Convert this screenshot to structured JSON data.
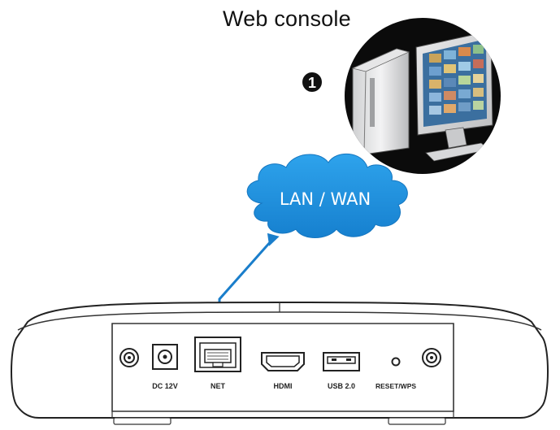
{
  "diagram": {
    "title": "Web console",
    "step_number": "1",
    "cloud_label": "LAN / WAN",
    "ports": {
      "dc": "DC 12V",
      "net": "NET",
      "hdmi": "HDMI",
      "usb": "USB 2.0",
      "reset": "RESET/WPS"
    },
    "colors": {
      "cloud": "#1b8fd9",
      "arrow": "#1a7ecb",
      "outline": "#222222"
    }
  }
}
